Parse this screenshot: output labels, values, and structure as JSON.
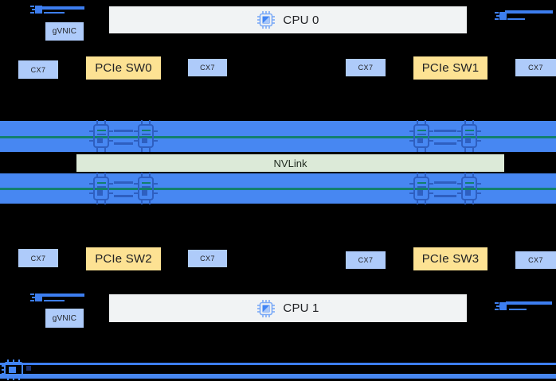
{
  "diagram_type": "server-topology",
  "colors": {
    "background": "#000000",
    "nic_box_blue": "#aecbfa",
    "pcie_switch_yellow": "#fde293",
    "cpu_box_gray": "#f1f3f4",
    "gpu_bar_blue": "#4787f2",
    "nvlink_green": "#dcead8",
    "nvlink_teal_line": "#12806e",
    "link_line_blue": "#3d7ef0",
    "chip_icon_blue": "#4285f4",
    "gpu_icon_dark_blue": "#2e5fc0",
    "text_dark": "#202124"
  },
  "icons": {
    "cpu_chip": "cpu-chip-icon",
    "gpu_chip": "gpu-chip-icon",
    "network_link": "network-link-icon",
    "nic_chip": "nic-chip-icon"
  },
  "top": {
    "gvnic": "gVNIC",
    "cpu": "CPU 0",
    "row": [
      {
        "label": "CX7"
      },
      {
        "label": "PCIe SW0"
      },
      {
        "label": "CX7"
      },
      {
        "label": "CX7"
      },
      {
        "label": "PCIe SW1"
      },
      {
        "label": "CX7"
      }
    ]
  },
  "middle": {
    "nvlink": "NVLink",
    "gpu_bars": 2,
    "gpu_icons_per_bar": 4
  },
  "bottom": {
    "row": [
      {
        "label": "CX7"
      },
      {
        "label": "PCIe SW2"
      },
      {
        "label": "CX7"
      },
      {
        "label": "CX7"
      },
      {
        "label": "PCIe SW3"
      },
      {
        "label": "CX7"
      }
    ],
    "gvnic": "gVNIC",
    "cpu": "CPU 1"
  }
}
